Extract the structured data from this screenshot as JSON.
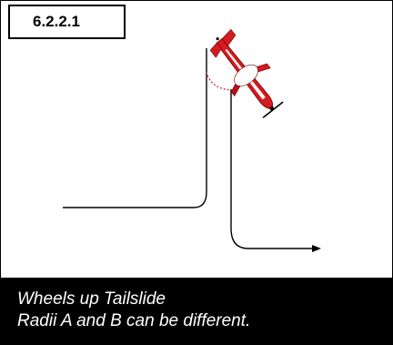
{
  "figure": {
    "id": "6.2.2.1"
  },
  "caption": {
    "line1": "Wheels up Tailslide",
    "line2": "Radii A and B can be different."
  },
  "colors": {
    "line": "#000000",
    "aircraft": "#d71920",
    "radius_marker": "#d71920",
    "caption_background": "#000000",
    "caption_text": "#ffffff"
  },
  "icons": {
    "aircraft": "aerobatic-plane-icon",
    "arrow": "flight-direction-arrow-icon"
  }
}
